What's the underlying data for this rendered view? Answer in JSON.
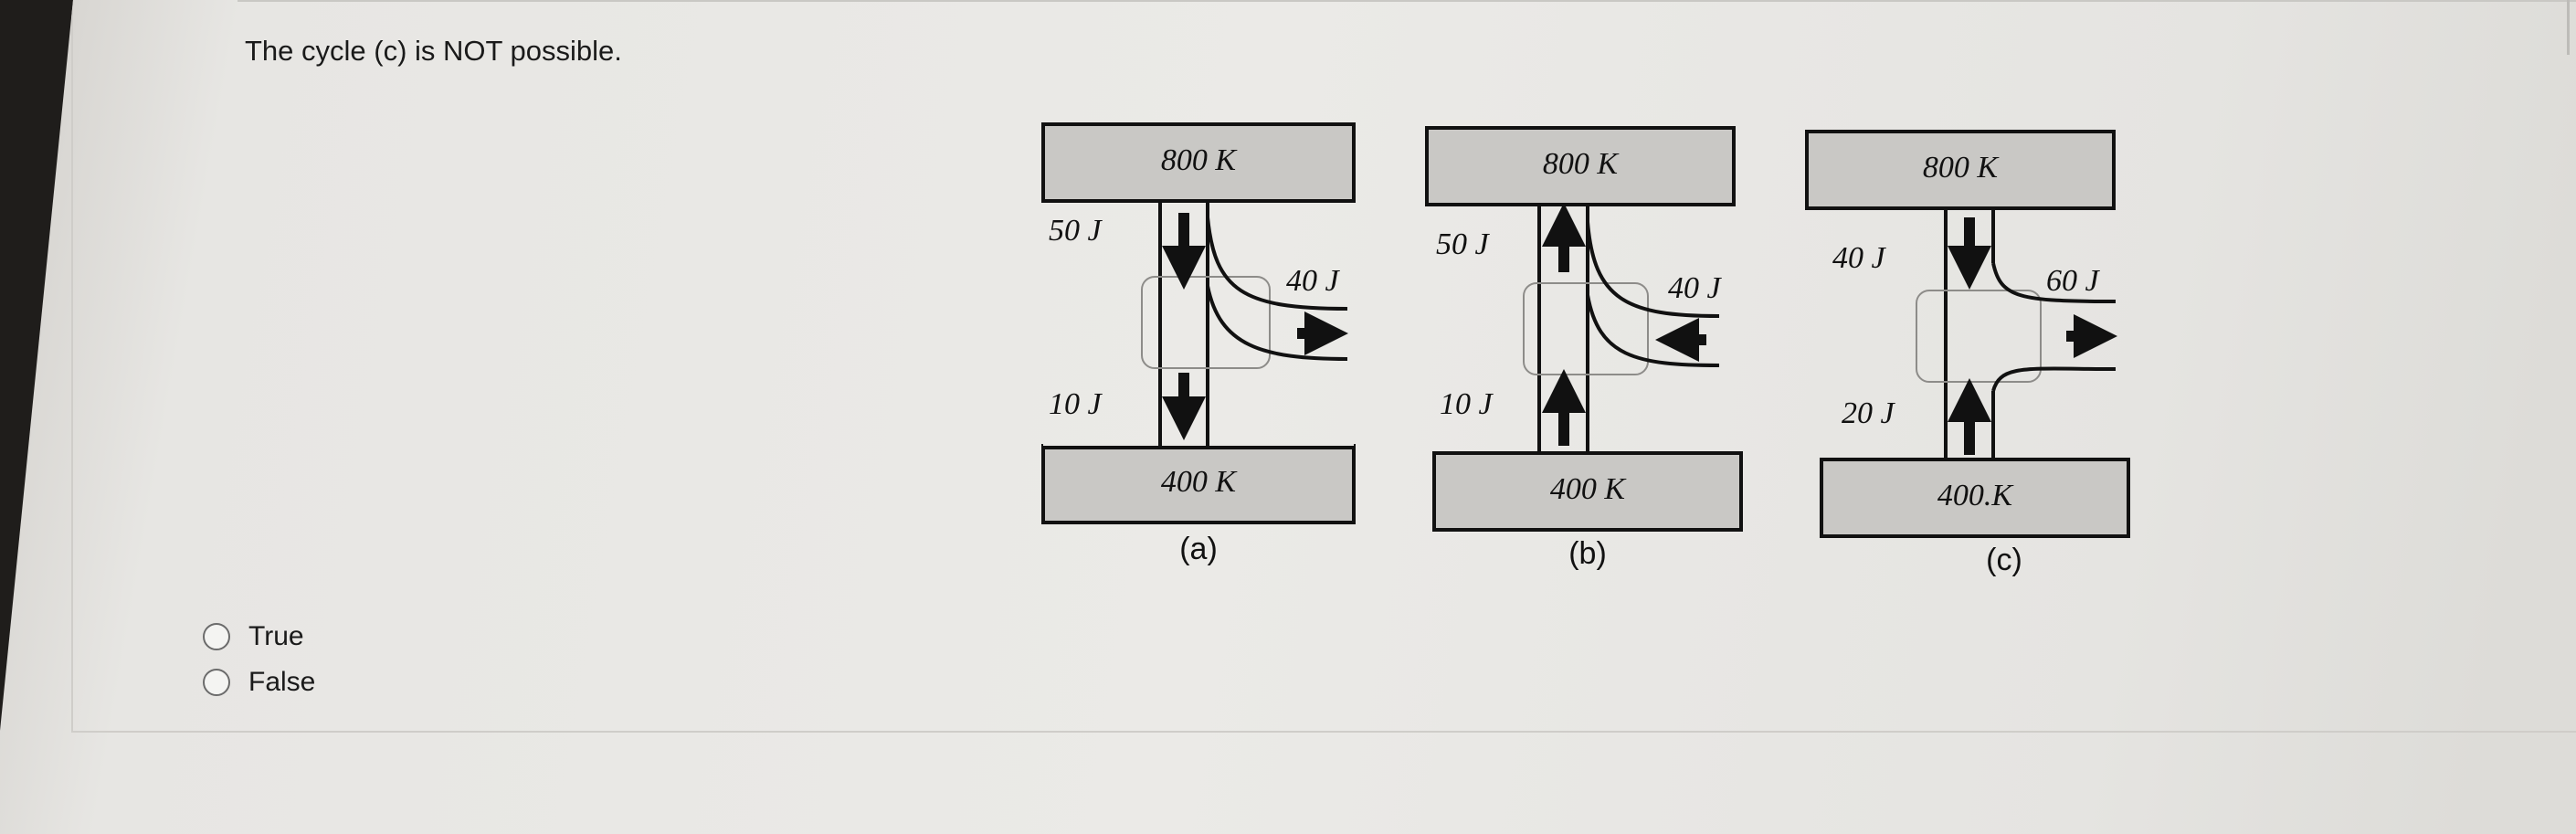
{
  "question": {
    "text": "The cycle (c) is NOT possible."
  },
  "figure": {
    "panels": [
      {
        "caption": "(a)",
        "hot_reservoir": "800 K",
        "cold_reservoir": "400 K",
        "heat_in": "50 J",
        "heat_out": "10 J",
        "work": "40 J",
        "heat_in_arrow": "down",
        "heat_out_arrow": "down",
        "work_arrow": "right"
      },
      {
        "caption": "(b)",
        "hot_reservoir": "800 K",
        "cold_reservoir": "400 K",
        "heat_in": "50 J",
        "heat_out": "10 J",
        "work": "40 J",
        "heat_in_arrow": "up",
        "heat_out_arrow": "up",
        "work_arrow": "left"
      },
      {
        "caption": "(c)",
        "hot_reservoir": "800 K",
        "cold_reservoir": "400.K",
        "heat_in": "40 J",
        "heat_out": "20 J",
        "work": "60 J",
        "heat_in_arrow": "down",
        "heat_out_arrow": "up",
        "work_arrow": "right"
      }
    ]
  },
  "options": [
    {
      "label": "True",
      "selected": false
    },
    {
      "label": "False",
      "selected": false
    }
  ]
}
